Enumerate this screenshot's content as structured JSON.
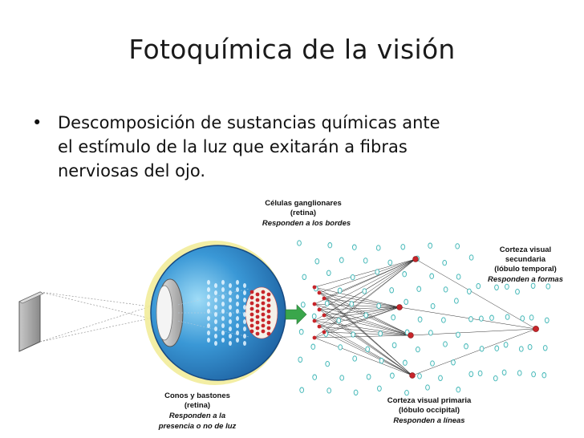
{
  "slide": {
    "title": "Fotoquímica de la visión",
    "bullet": {
      "marker": "•",
      "lines": [
        "Descomposición de sustancias químicas ante",
        "el estímulo de la luz que exitarán a fibras",
        "nerviosas del ojo."
      ]
    }
  },
  "diagram": {
    "ganglion": {
      "line1": "Células ganglionares",
      "line2": "(retina)",
      "line3": "Responden a los bordes"
    },
    "secondary_cortex": {
      "line1": "Corteza visual",
      "line2": "secundaria",
      "line3": "(lóbulo temporal)",
      "line4": "Responden a formas"
    },
    "primary_cortex": {
      "line1": "Corteza visual primaria",
      "line2": "(lóbulo occipital)",
      "line3": "Responden a líneas"
    },
    "receptors": {
      "line1": "Conos y bastones",
      "line2": "(retina)",
      "line3": "Responden a la",
      "line4": "presencia o no de luz"
    }
  },
  "colors": {
    "eye_blue": "#2a7fc4",
    "eye_light": "#8fd0f0",
    "cell_teal": "#3fb6b6",
    "node_red": "#c8252a",
    "arrow_green": "#3aa64b"
  }
}
